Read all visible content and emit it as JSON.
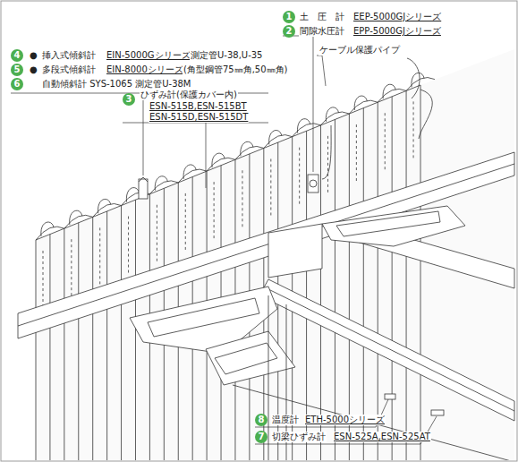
{
  "diagram": {
    "nodes": [
      {
        "text": [
          "1"
        ]
      },
      {
        "text": [
          "2"
        ]
      },
      {
        "text": [
          "4"
        ]
      },
      {
        "text": [
          "5"
        ]
      },
      {
        "text": [
          "6"
        ]
      },
      {
        "text": [
          "3"
        ]
      },
      {
        "text": [
          "8"
        ]
      },
      {
        "text": [
          "7"
        ]
      }
    ],
    "labels": [
      "土　圧　計",
      "EEP-5000GJシリーズ",
      "間隙水圧計",
      "EPP-5000GJシリーズ",
      "ケーブル保護パイプ",
      "●",
      "挿入式傾斜計",
      "EIN-5000Gシリーズ",
      "測定管U-38,U-35",
      "●",
      "多段式傾斜計",
      "EIN-8000シリーズ",
      "(角型鋼管75㎜角,50㎜角)",
      "自動傾斜計 SYS-1065 測定管U-38M",
      "ひずみ計(保護カバー内)",
      "ESN-515B,ESN-515BT",
      "ESN-515D,ESN-515DT",
      "温度計",
      "ETH-5000シリーズ",
      "切梁ひずみ計",
      "ESN-525A,ESN-525AT"
    ]
  }
}
